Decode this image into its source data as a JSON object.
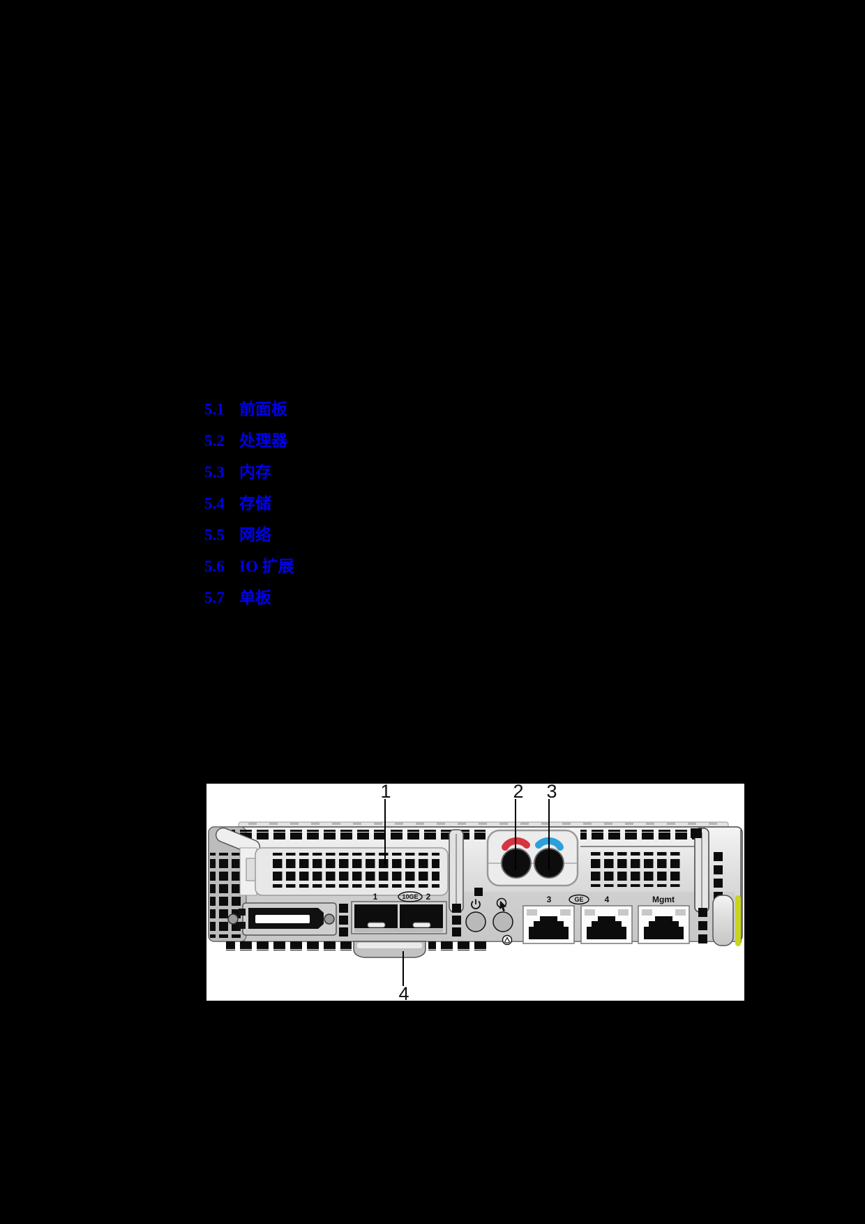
{
  "page": {
    "background": "#000000"
  },
  "toc": {
    "link_color": "#0000EE",
    "items": [
      {
        "number": "5.1",
        "label": "前面板"
      },
      {
        "number": "5.2",
        "label": "处理器"
      },
      {
        "number": "5.3",
        "label": "内存"
      },
      {
        "number": "5.4",
        "label": "存储"
      },
      {
        "number": "5.5",
        "label": "网络"
      },
      {
        "number": "5.6",
        "label": "IO 扩展"
      },
      {
        "number": "5.7",
        "label": "单板"
      }
    ]
  },
  "figure": {
    "callouts": {
      "c1": "1",
      "c2": "2",
      "c3": "3",
      "c4": "4"
    },
    "labels": {
      "sfp_port1": "1",
      "sfp_badge": "10GE",
      "sfp_port2": "2",
      "rj45_port3": "3",
      "rj45_badge": "GE",
      "rj45_port4": "4",
      "mgmt": "Mgmt"
    },
    "icons": [
      "power-icon",
      "uid-icon",
      "label-tab-icon"
    ],
    "colors": {
      "hot_connector_red": "#D63540",
      "cold_connector_blue": "#2BA0DC",
      "latch_yellow": "#C9D41F"
    }
  }
}
